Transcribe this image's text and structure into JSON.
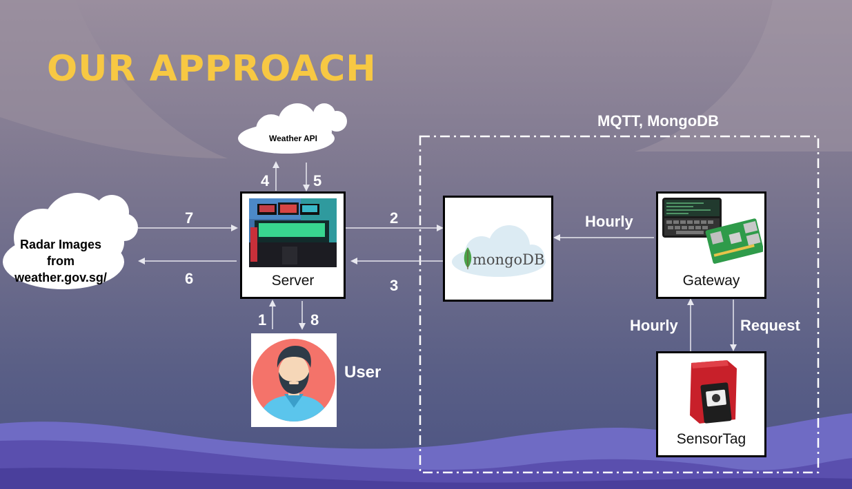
{
  "slide": {
    "title": "OUR APPROACH",
    "region_label": "MQTT, MongoDB",
    "colors": {
      "title": "#f7c843",
      "arrow": "#e8e8ef",
      "text": "#ffffff"
    }
  },
  "nodes": {
    "weather_api": {
      "label": "Weather API"
    },
    "radar": {
      "line1": "Radar Images",
      "line2": "from",
      "line3": "weather.gov.sg/"
    },
    "server": {
      "label": "Server"
    },
    "mongodb": {
      "logo_text": "mongoDB"
    },
    "gateway": {
      "label": "Gateway"
    },
    "sensortag": {
      "label": "SensorTag"
    },
    "user": {
      "label": "User"
    }
  },
  "edges": {
    "e1": "1",
    "e2": "2",
    "e3": "3",
    "e4": "4",
    "e5": "5",
    "e6": "6",
    "e7": "7",
    "e8": "8",
    "hourly_db": "Hourly",
    "hourly_sensor": "Hourly",
    "request": "Request"
  }
}
